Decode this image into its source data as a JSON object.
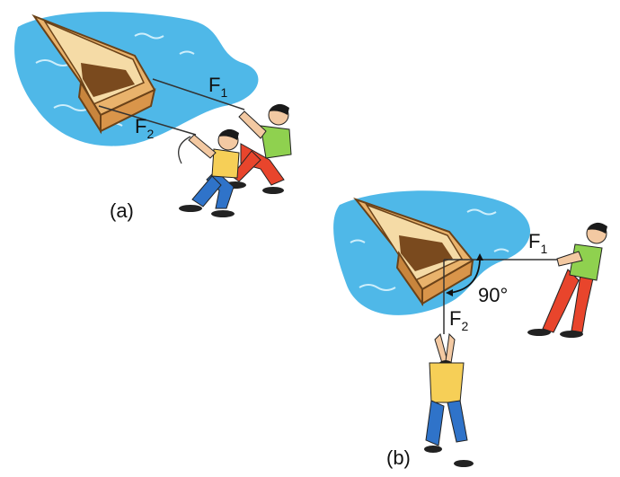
{
  "panel_a": {
    "label": "(a)",
    "force_1": {
      "symbol": "F",
      "subscript": "1"
    },
    "force_2": {
      "symbol": "F",
      "subscript": "2"
    }
  },
  "panel_b": {
    "label": "(b)",
    "angle_label": "90°",
    "force_1": {
      "symbol": "F",
      "subscript": "1"
    },
    "force_2": {
      "symbol": "F",
      "subscript": "2"
    }
  },
  "colors": {
    "water": "#4fb8e8",
    "water_light": "#cdeefb",
    "boat_hull": "#e9b36c",
    "boat_inside": "#f5dba6",
    "boat_floor": "#7a4a1e",
    "boat_outline": "#6b4218",
    "rope": "#333333",
    "shirt_green": "#8fd14f",
    "shirt_yellow": "#f6cf57",
    "pants_red": "#e8452c",
    "pants_blue": "#2f73c9",
    "skin": "#f3c9a2",
    "hair": "#1a1a1a"
  },
  "icons": [
    "boat-icon",
    "person-pulling-icon",
    "right-angle-arrow-icon"
  ]
}
